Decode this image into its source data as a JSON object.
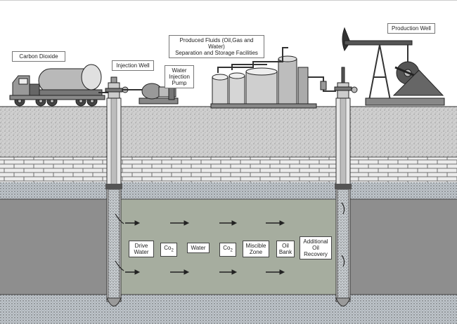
{
  "labels": {
    "carbon_dioxide": "Carbon Dioxide",
    "injection_well": "Injection Well",
    "water_injection_pump": "Water\nInjection\nPump",
    "produced_fluids": "Produced Fluids (Oil,Gas and Water)\nSeparation and Storage Facilities",
    "production_well": "Production Well"
  },
  "zones": {
    "drive_water": "Drive\nWater",
    "co2_a": "Co",
    "co2_a_sub": "2",
    "water": "Water",
    "co2_b": "Co",
    "co2_b_sub": "2",
    "miscible_zone": "Miscible\nZone",
    "oil_bank": "Oil\nBank",
    "additional_oil_recovery": "Additional\nOil\nRecovery"
  },
  "colors": {
    "sky": "#ffffff",
    "surface_soil": "#cfcfcf",
    "brick_layer": "#e9e9e9",
    "dotted_layer": "#bfc6cc",
    "reservoir_rock": "#8e8e8e",
    "reservoir_flood": "#a9afa2",
    "well_casing": "#cfcfcf"
  }
}
